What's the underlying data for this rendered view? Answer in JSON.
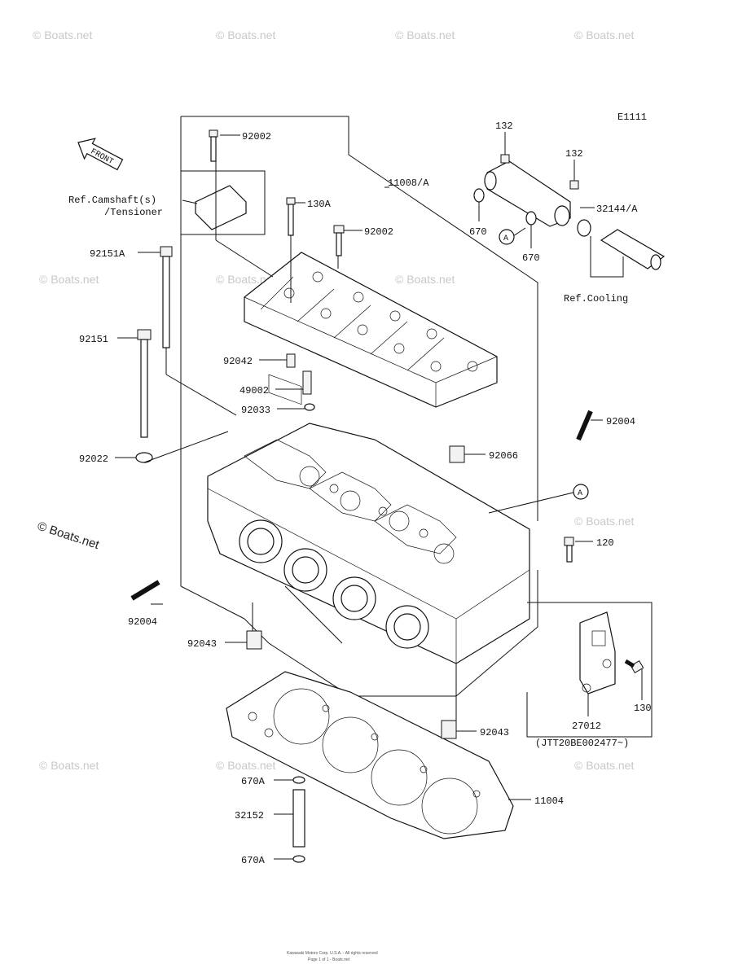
{
  "diagram_code": "E1111",
  "front_label": "FRONT",
  "watermark": "© Boats.net",
  "footer_line1": "Kawasaki Motors Corp. U.S.A. - All rights reserved",
  "footer_line2": "Page 1 of 1 - Boats.net",
  "labels": {
    "p92002_top": "92002",
    "ref_camshaft_1": "Ref.Camshaft(s)",
    "ref_camshaft_2": "/Tensioner",
    "p130A": "130A",
    "p92002_mid": "92002",
    "p11008A": "11008/A",
    "p92151A": "92151A",
    "p92151": "92151",
    "p92042": "92042",
    "p49002": "49002",
    "p92033": "92033",
    "p92022": "92022",
    "p92066": "92066",
    "p92004_right": "92004",
    "p92004_left": "92004",
    "p120": "120",
    "p92043_left": "92043",
    "p92043_right": "92043",
    "p11004": "11004",
    "p670A_top": "670A",
    "p32152": "32152",
    "p670A_bottom": "670A",
    "p27012": "27012",
    "p130": "130",
    "serial_note": "(JTT20BE002477~)",
    "p132_a": "132",
    "p132_b": "132",
    "p32144A": "32144/A",
    "p670_a": "670",
    "p670_b": "670",
    "ref_cooling": "Ref.Cooling",
    "callout_a": "A"
  }
}
